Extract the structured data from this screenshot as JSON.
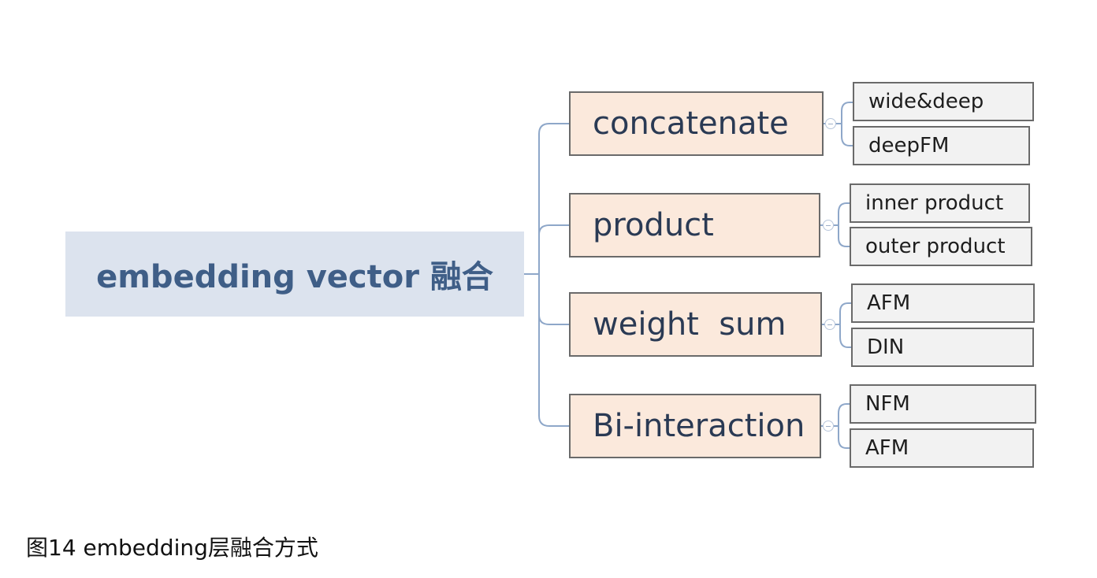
{
  "diagram": {
    "root": {
      "label": "embedding vector 融合"
    },
    "branches": [
      {
        "label": "concatenate",
        "children": [
          "wide&deep",
          "deepFM"
        ]
      },
      {
        "label": "product",
        "children": [
          "inner product",
          "outer product"
        ]
      },
      {
        "label": "weight  sum",
        "children": [
          "AFM",
          "DIN"
        ]
      },
      {
        "label": "Bi-interaction",
        "children": [
          "NFM",
          "AFM"
        ]
      }
    ],
    "colors": {
      "root_fill": "#dce3ee",
      "root_text": "#3f5e87",
      "branch_fill": "#fbe9dc",
      "leaf_fill": "#f2f2f2",
      "connector": "#8ea7c9"
    }
  },
  "caption": "图14 embedding层融合方式"
}
